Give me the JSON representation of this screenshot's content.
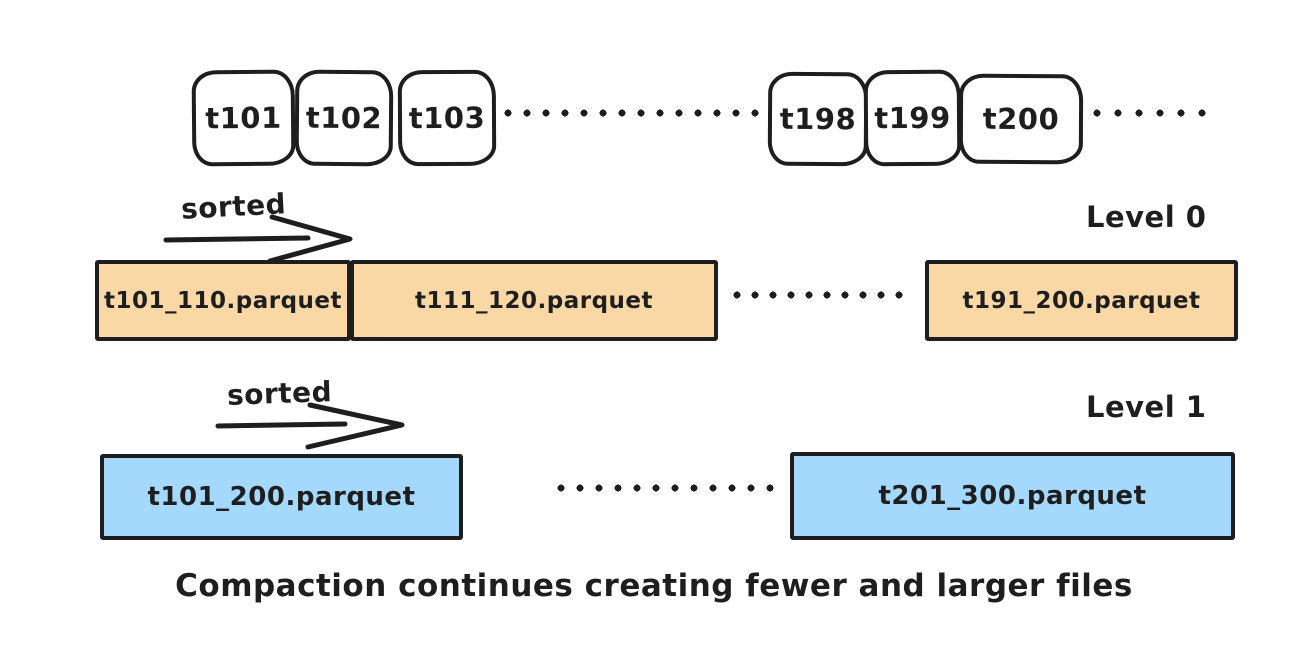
{
  "diagram": {
    "background": "#ffffff",
    "stroke_color": "#1e1e1e"
  },
  "top_row": {
    "left_chunks": [
      "t101",
      "t102",
      "t103"
    ],
    "right_chunks": [
      "t198",
      "t199",
      "t200"
    ]
  },
  "level0": {
    "sorted_label": "sorted",
    "level_label": "Level 0",
    "fill_color": "#f9d8a6",
    "files": [
      "t101_110.parquet",
      "t111_120.parquet",
      "t191_200.parquet"
    ]
  },
  "level1": {
    "sorted_label": "sorted",
    "level_label": "Level 1",
    "fill_color": "#a4d8fc",
    "files": [
      "t101_200.parquet",
      "t201_300.parquet"
    ]
  },
  "caption": "Compaction continues creating fewer and larger files"
}
